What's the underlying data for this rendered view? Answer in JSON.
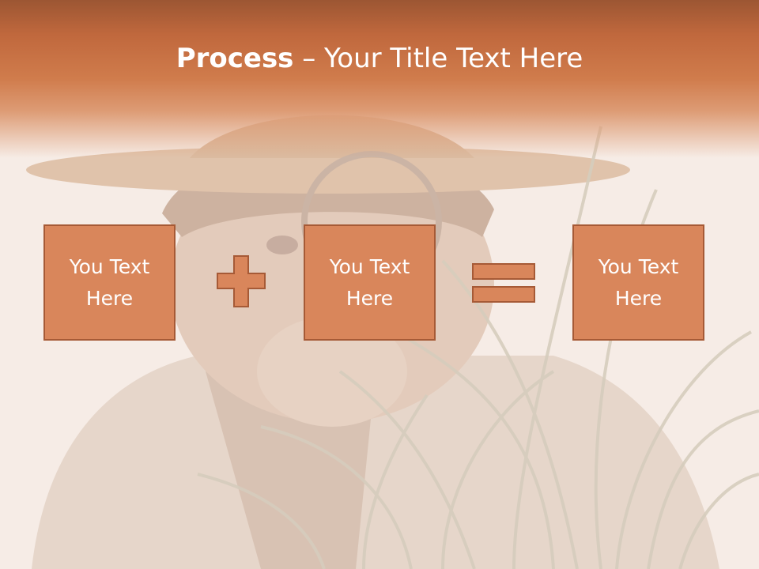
{
  "slide": {
    "title_bold": "Process",
    "title_rest": " – Your Title Text Here",
    "boxes": [
      {
        "text": "You Text Here"
      },
      {
        "text": "You Text Here"
      },
      {
        "text": "You Text Here"
      }
    ],
    "operators": [
      "plus-icon",
      "equals-icon"
    ],
    "colors": {
      "header": "#c0683d",
      "box_fill": "#d9865b",
      "box_border": "#a65a36",
      "text": "#ffffff"
    }
  }
}
